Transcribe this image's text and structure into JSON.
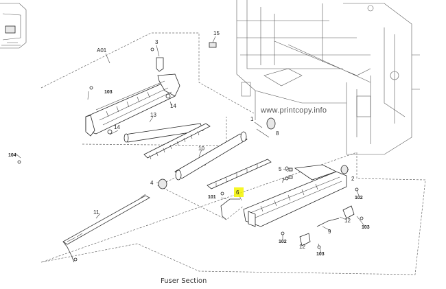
{
  "watermark": "www.printcopy.info",
  "caption": "Fuser Section",
  "callouts": {
    "a01": "A01",
    "c3": "3",
    "c15": "15",
    "c103a": "103",
    "c14a": "14",
    "c14b": "14",
    "c13": "13",
    "c104": "104",
    "c1": "1",
    "c8": "8",
    "c10": "10",
    "c5": "5",
    "c7": "7",
    "c2": "2",
    "c4": "4",
    "c101": "101",
    "c6": "6",
    "c102a": "102",
    "c11": "11",
    "c12a": "12",
    "c103b": "103",
    "c9": "9",
    "c102b": "102",
    "c12b": "12",
    "c103c": "103"
  },
  "highlight_color": "#f5f500"
}
